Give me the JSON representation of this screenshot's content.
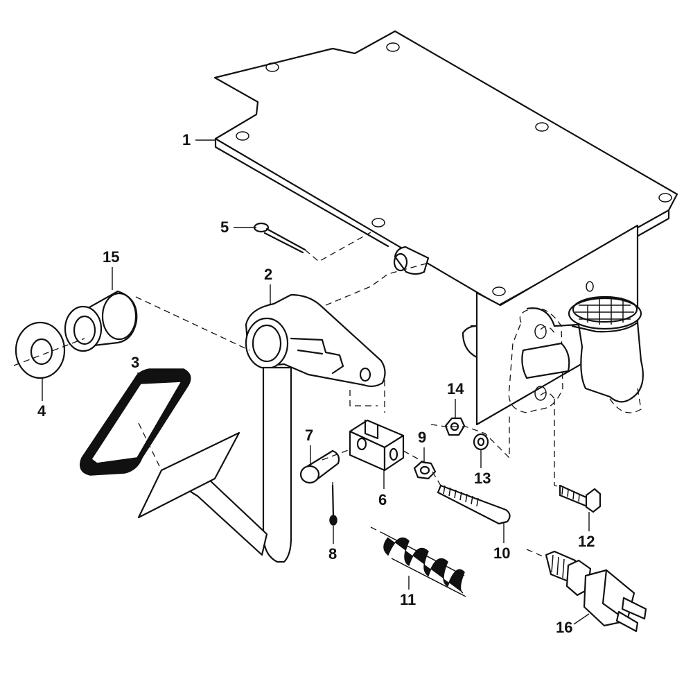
{
  "callouts": [
    {
      "id": "p1",
      "label": "1"
    },
    {
      "id": "p2",
      "label": "2"
    },
    {
      "id": "p3",
      "label": "3"
    },
    {
      "id": "p4",
      "label": "4"
    },
    {
      "id": "p5",
      "label": "5"
    },
    {
      "id": "p6",
      "label": "6"
    },
    {
      "id": "p7",
      "label": "7"
    },
    {
      "id": "p8",
      "label": "8"
    },
    {
      "id": "p9",
      "label": "9"
    },
    {
      "id": "p10",
      "label": "10"
    },
    {
      "id": "p11",
      "label": "11"
    },
    {
      "id": "p12",
      "label": "12"
    },
    {
      "id": "p13",
      "label": "13"
    },
    {
      "id": "p14",
      "label": "14"
    },
    {
      "id": "p15",
      "label": "15"
    },
    {
      "id": "p16",
      "label": "16"
    }
  ]
}
